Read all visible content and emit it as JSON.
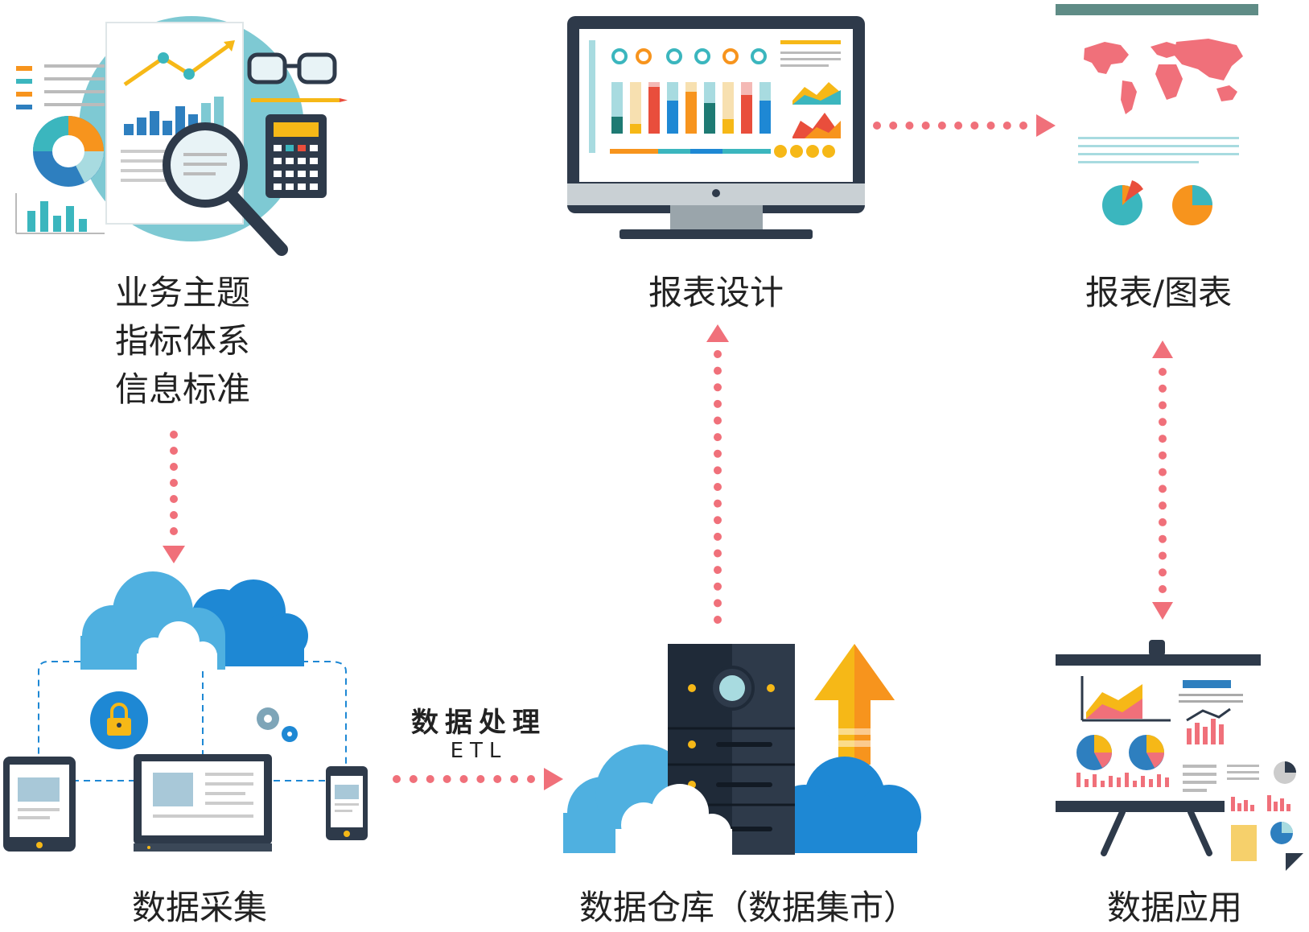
{
  "labels": {
    "business_line1": "业务主题",
    "business_line2": "指标体系",
    "business_line3": "信息标准",
    "report_design": "报表设计",
    "report_chart": "报表/图表",
    "data_collection": "数据采集",
    "data_warehouse": "数据仓库（数据集市）",
    "data_application": "数据应用",
    "processing": "数据处理",
    "etl": "ETL"
  },
  "colors": {
    "arrow": "#f0707a",
    "teal": "#3bb6be",
    "orange": "#f7941d",
    "blue": "#1e88d4",
    "dark": "#2e3a4a",
    "red": "#e94e3c",
    "yellow": "#f6b817"
  },
  "icons": [
    "analysis-illustration",
    "monitor-dashboard-icon",
    "world-map-report-icon",
    "cloud-devices-icon",
    "server-cloud-icon",
    "presentation-board-icon"
  ]
}
